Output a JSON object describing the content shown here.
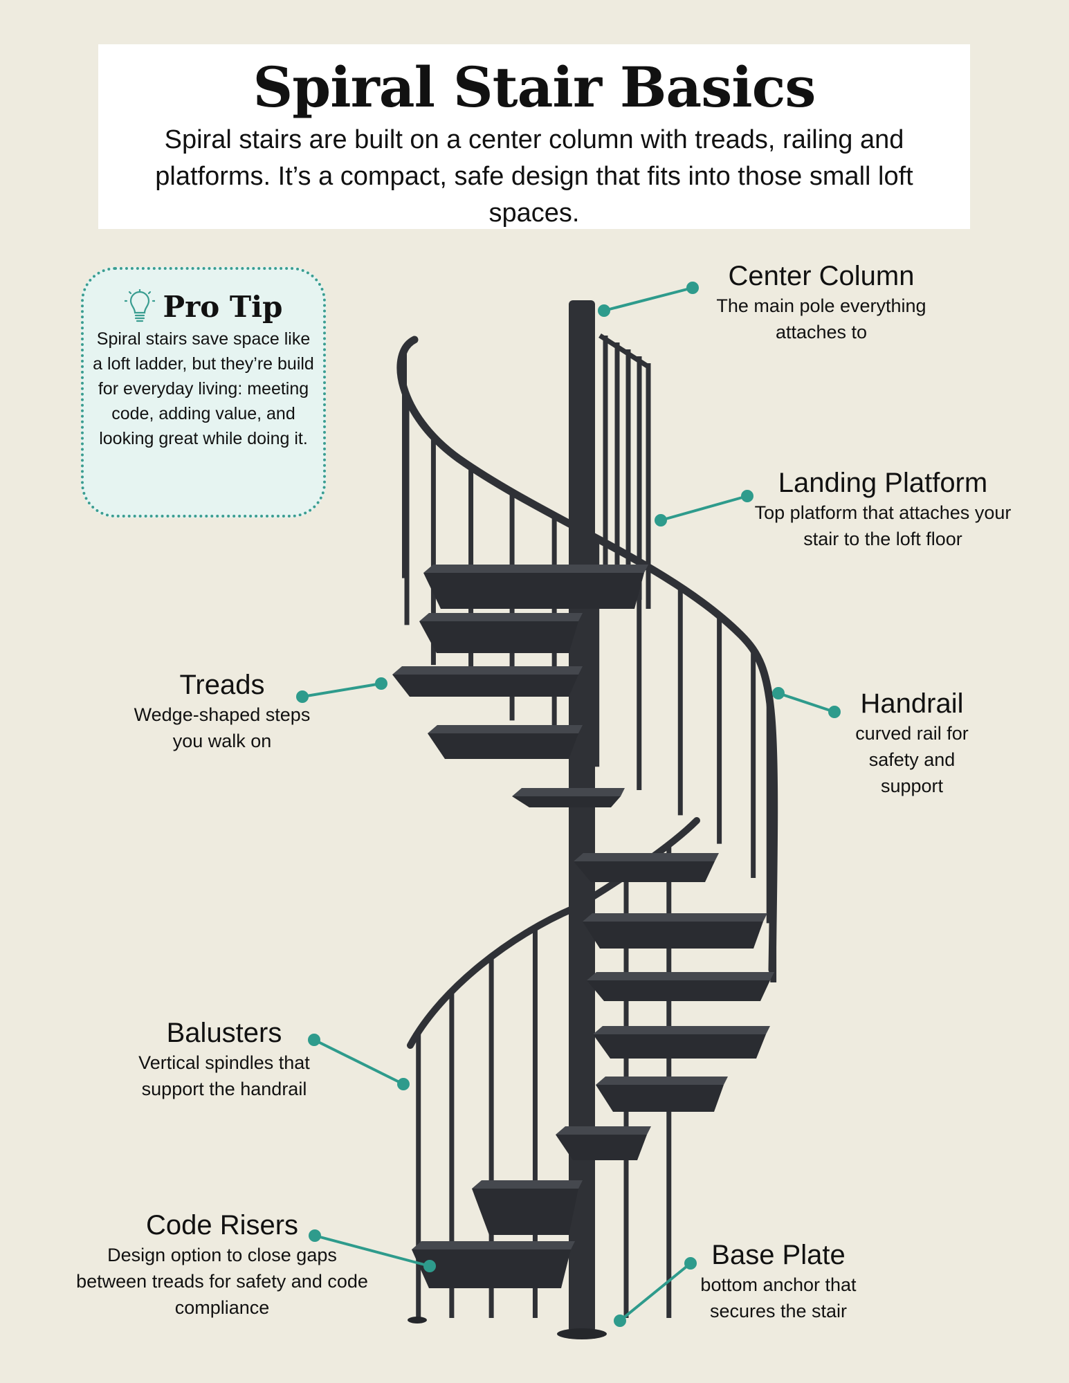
{
  "header": {
    "title": "Spiral Stair Basics",
    "subtitle": "Spiral stairs are built on a center column with treads, railing and platforms. It’s a compact, safe design that fits into those small loft spaces."
  },
  "pro_tip": {
    "icon": "lightbulb-icon",
    "title": "Pro Tip",
    "body": "Spiral stairs save space like a loft ladder, but they’re build for everyday living: meeting code, adding value, and looking great while doing it."
  },
  "labels": {
    "center_column": {
      "title": "Center Column",
      "desc": "The main pole everything attaches to"
    },
    "landing_platform": {
      "title": "Landing Platform",
      "desc": "Top platform that attaches your stair to the loft floor"
    },
    "handrail": {
      "title": "Handrail",
      "desc": "curved rail for safety and support"
    },
    "treads": {
      "title": "Treads",
      "desc": "Wedge-shaped steps you walk on"
    },
    "balusters": {
      "title": "Balusters",
      "desc": "Vertical spindles that support the handrail"
    },
    "code_risers": {
      "title": "Code Risers",
      "desc": "Design option to close gaps between treads for safety and code compliance"
    },
    "base_plate": {
      "title": "Base Plate",
      "desc": "bottom anchor that secures the stair"
    }
  },
  "colors": {
    "background": "#eeebdf",
    "accent": "#2e9b8c",
    "stair": "#2f3136",
    "tip_bg": "#e6f4f1"
  }
}
